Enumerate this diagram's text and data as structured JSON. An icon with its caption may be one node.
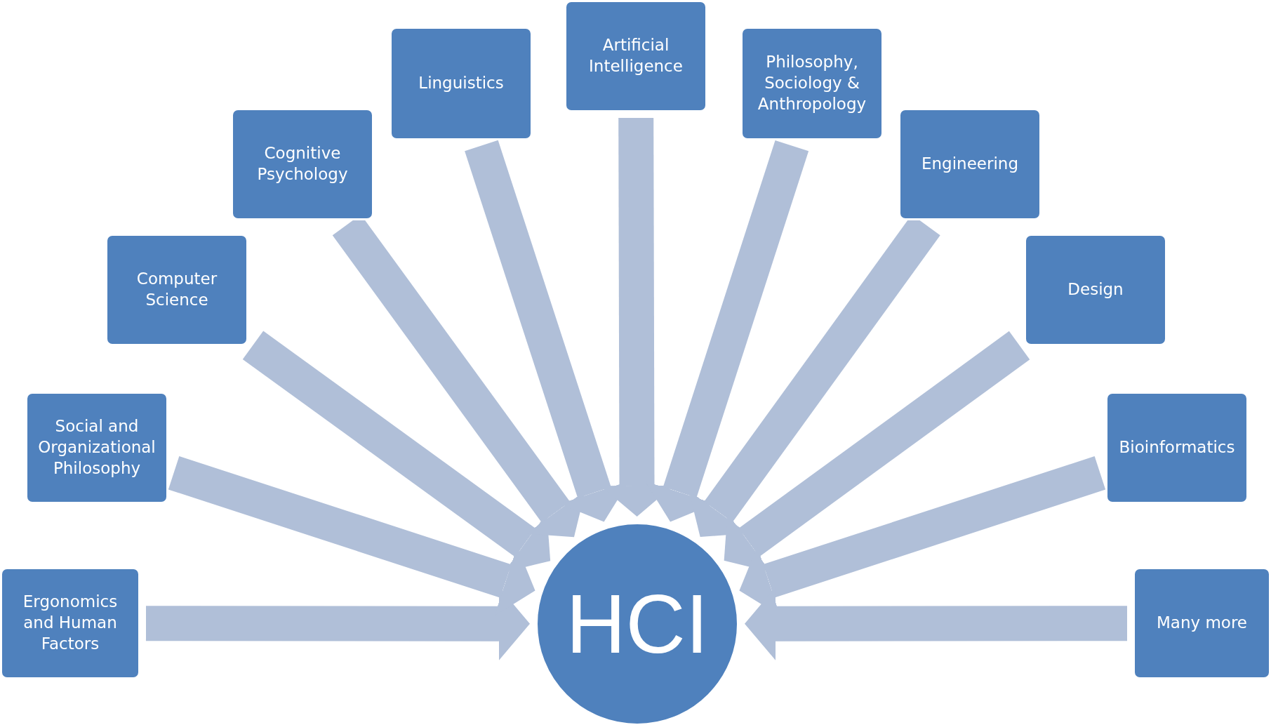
{
  "diagram": {
    "nodes": [
      {
        "text": [
          "Ergonomics and Human Factors"
        ]
      },
      {
        "text": [
          "Social and Organizational Philosophy"
        ]
      },
      {
        "text": [
          "Computer Science"
        ]
      },
      {
        "text": [
          "Cognitive Psychology"
        ]
      },
      {
        "text": [
          "Linguistics"
        ]
      },
      {
        "text": [
          "Artificial Intelligence"
        ]
      },
      {
        "text": [
          "Philosophy, Sociology & Anthropology"
        ]
      },
      {
        "text": [
          "Engineering"
        ]
      },
      {
        "text": [
          "Design"
        ]
      },
      {
        "text": [
          "Bioinformatics"
        ]
      },
      {
        "text": [
          "Many more"
        ]
      },
      {
        "text": [
          "HCI"
        ]
      }
    ],
    "edges": [
      {
        "from": 0,
        "to": 11,
        "arrow": "to"
      },
      {
        "from": 1,
        "to": 11,
        "arrow": "to"
      },
      {
        "from": 2,
        "to": 11,
        "arrow": "to"
      },
      {
        "from": 3,
        "to": 11,
        "arrow": "to"
      },
      {
        "from": 4,
        "to": 11,
        "arrow": "to"
      },
      {
        "from": 5,
        "to": 11,
        "arrow": "to"
      },
      {
        "from": 6,
        "to": 11,
        "arrow": "to"
      },
      {
        "from": 7,
        "to": 11,
        "arrow": "to"
      },
      {
        "from": 8,
        "to": 11,
        "arrow": "to"
      },
      {
        "from": 9,
        "to": 11,
        "arrow": "to"
      },
      {
        "from": 10,
        "to": 11,
        "arrow": "to"
      }
    ]
  }
}
